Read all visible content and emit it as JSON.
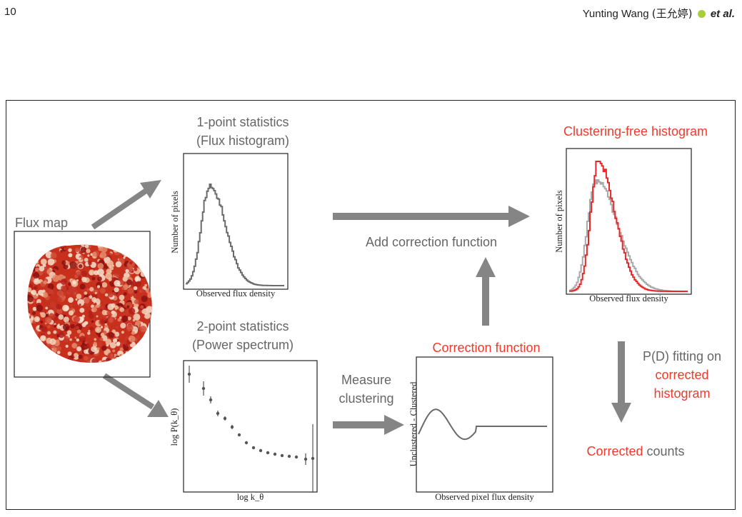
{
  "header": {
    "page_number": "10",
    "author": "Yunting Wang",
    "author_cjk": "(王允婷)",
    "etal": "et al."
  },
  "diagram": {
    "flux_map_label": "Flux map",
    "one_point_line1": "1-point statistics",
    "one_point_line2": "(Flux histogram)",
    "two_point_line1": "2-point statistics",
    "two_point_line2": "(Power spectrum)",
    "clustering_free_title": "Clustering-free histogram",
    "add_correction": "Add correction function",
    "correction_function_title": "Correction function",
    "measure_line1": "Measure",
    "measure_line2": "clustering",
    "pd_line1": "P(D) fitting on",
    "pd_line2": "corrected",
    "pd_line3": "histogram",
    "corrected_word": "Corrected",
    "counts_word": " counts"
  },
  "axes": {
    "hist_ylabel": "Number of pixels",
    "hist_xlabel": "Observed flux density",
    "ps_ylabel": "log P(k_θ)",
    "ps_xlabel": "log k_θ",
    "corr_ylabel": "Unclustered - Clustered",
    "corr_xlabel": "Observed pixel flux density",
    "free_ylabel": "Number of pixels",
    "free_xlabel": "Observed flux density"
  },
  "colors": {
    "arrow": "#858585",
    "accent_red": "#f03a2c",
    "hist_gray": "#6a6a6a",
    "free_red": "#e8262a",
    "free_gray": "#a8a8a8"
  }
}
